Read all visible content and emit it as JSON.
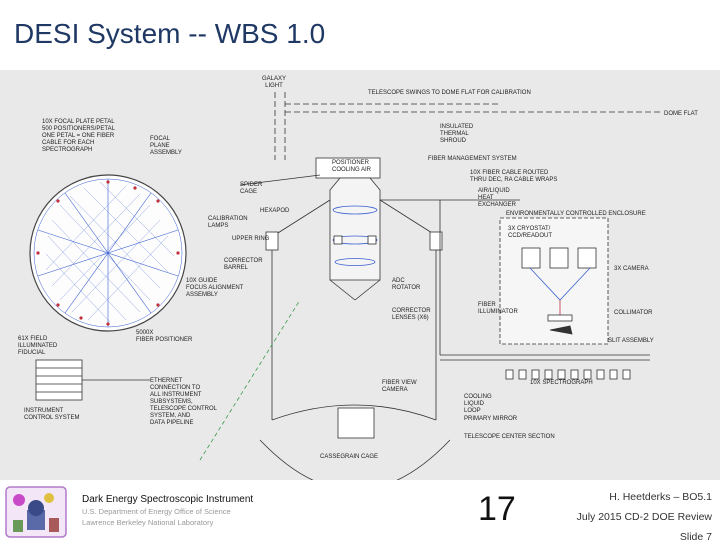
{
  "title": "DESI System -- WBS 1.0",
  "diagram": {
    "labels": {
      "galaxy_light": [
        "GALAXY",
        "LIGHT"
      ],
      "swings": "TELESCOPE SWINGS TO DOME FLAT FOR CALIBRATION",
      "dome_flat": "DOME FLAT",
      "petal": [
        "10X FOCAL PLATE PETAL",
        "500 POSITIONERS/PETAL",
        "ONE PETAL = ONE FIBER",
        "CABLE FOR EACH",
        "SPECTROGRAPH"
      ],
      "focal_plane": [
        "FOCAL",
        "PLANE",
        "ASSEMBLY"
      ],
      "thermal": [
        "INSULATED",
        "THERMAL",
        "SHROUD"
      ],
      "positioner_cooling": [
        "POSITIONER",
        "COOLING AIR"
      ],
      "fiber_mgmt": "FIBER MANAGEMENT SYSTEM",
      "fiber_cable": [
        "10X FIBER CABLE ROUTED",
        "THRU DEC, RA CABLE WRAPS"
      ],
      "heat_exchanger": [
        "AIR/LIQUID",
        "HEAT",
        "EXCHANGER"
      ],
      "spider": [
        "SPIDER",
        "CAGE"
      ],
      "hexapod": "HEXAPOD",
      "cal_lamps": [
        "CALIBRATION",
        "LAMPS"
      ],
      "upper_ring": "UPPER RING",
      "enclosure": "ENVIRONMENTALLY CONTROLLED ENCLOSURE",
      "cryostat": [
        "3X CRYOSTAT/",
        "CCD/READOUT"
      ],
      "camera": "3X CAMERA",
      "corrector_barrel": [
        "CORRECTOR",
        "BARREL"
      ],
      "guide": [
        "10X GUIDE",
        "FOCUS ALIGNMENT",
        "ASSEMBLY"
      ],
      "adc": [
        "ADC",
        "ROTATOR"
      ],
      "fiber_illuminator": [
        "FIBER",
        "ILLUMINATOR"
      ],
      "collimator": "COLLIMATOR",
      "field_fiducial": [
        "61X FIELD",
        "ILLUMINATED",
        "FIDUCIAL"
      ],
      "fiber_positioner": [
        "5000X",
        "FIBER POSITIONER"
      ],
      "corrector_lenses": [
        "CORRECTOR",
        "LENSES (X6)"
      ],
      "slit": "SLIT ASSEMBLY",
      "spectrograph": "10X SPECTROGRAPH",
      "ethernet": [
        "ETHERNET",
        "CONNECTION TO",
        "ALL INSTRUMENT",
        "SUBSYSTEMS,",
        "TELESCOPE CONTROL",
        "SYSTEM, AND",
        "DATA PIPELINE"
      ],
      "fiber_view": [
        "FIBER VIEW",
        "CAMERA"
      ],
      "cooling_loop": [
        "COOLING",
        "LIQUID",
        "LOOP"
      ],
      "primary_mirror": "PRIMARY MIRROR",
      "center_section": "TELESCOPE CENTER SECTION",
      "instrument_control": [
        "INSTRUMENT",
        "CONTROL SYSTEM"
      ],
      "cassegrain": "CASSEGRAIN CAGE"
    }
  },
  "footer": {
    "instrument": "Dark Energy Spectroscopic Instrument",
    "doe": "U.S. Department of Energy Office of Science",
    "lbnl": "Lawrence Berkeley National Laboratory",
    "slide_number": "17",
    "presenter": "H. Heetderks – BO5.1",
    "review": "July 2015 CD-2 DOE Review",
    "slide": "Slide 7"
  },
  "colors": {
    "title": "#1f3864",
    "panel": "#e9e9e9",
    "accent_blue": "#3a5fd0",
    "accent_red": "#c0303a",
    "accent_green": "#3a9a4a"
  }
}
